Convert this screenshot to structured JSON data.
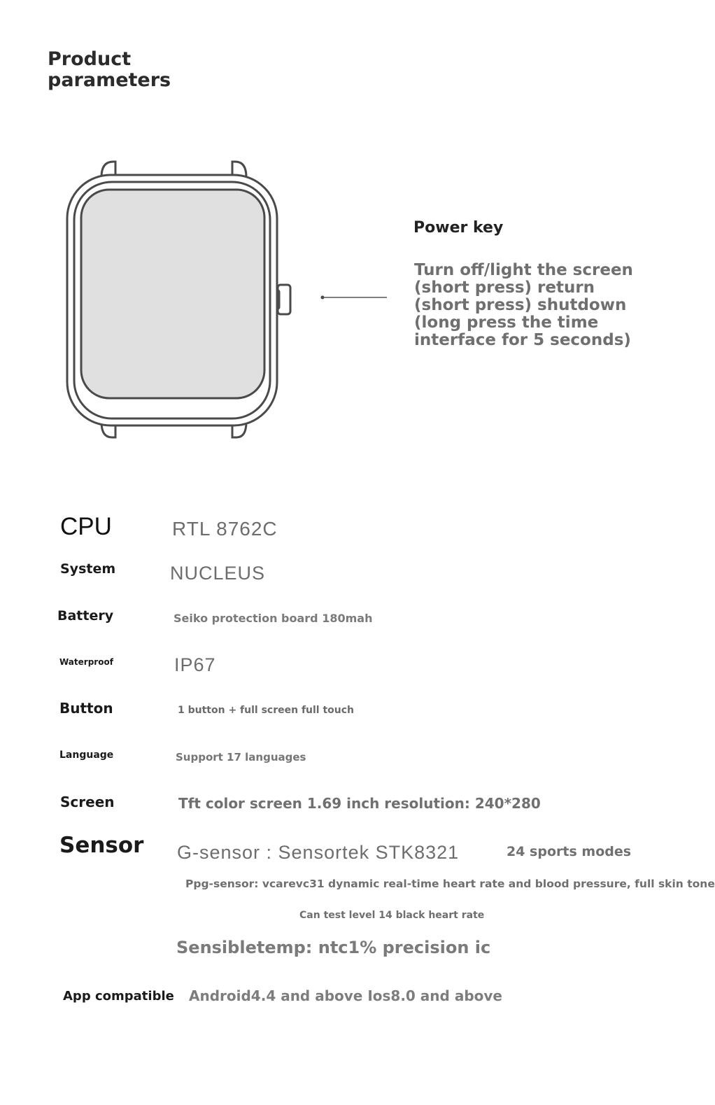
{
  "page": {
    "title": "Product parameters"
  },
  "power_key": {
    "title": "Power key",
    "description": "Turn off/light the screen (short press) return (short press) shutdown (long press the time interface for 5 seconds)"
  },
  "specs": {
    "cpu": {
      "label": "CPU",
      "value": "RTL 8762C"
    },
    "system": {
      "label": "System",
      "value": "NUCLEUS"
    },
    "battery": {
      "label": "Battery",
      "value": "Seiko protection board 180mah"
    },
    "waterproof": {
      "label": "Waterproof",
      "value": "IP67"
    },
    "button": {
      "label": "Button",
      "value": "1 button + full screen full touch"
    },
    "language": {
      "label": "Language",
      "value": "Support 17 languages"
    },
    "screen": {
      "label": "Screen",
      "value": "Tft color screen 1.69 inch resolution: 240*280"
    },
    "sensor": {
      "label": "Sensor",
      "g_sensor": "G-sensor : Sensortek STK8321",
      "sports_modes": "24 sports modes",
      "ppg_sensor": "Ppg-sensor: vcarevc31 dynamic real-time heart rate and blood pressure, full skin tone",
      "black_heart_rate": "Can test level 14 black heart rate",
      "temp": "Sensibletemp: ntc1% precision ic"
    },
    "app": {
      "label": "App compatible",
      "value": "Android4.4 and above Ios8.0 and above"
    }
  },
  "colors": {
    "watch_outline": "#4a4a4a",
    "watch_screen": "#e0e0e0"
  }
}
